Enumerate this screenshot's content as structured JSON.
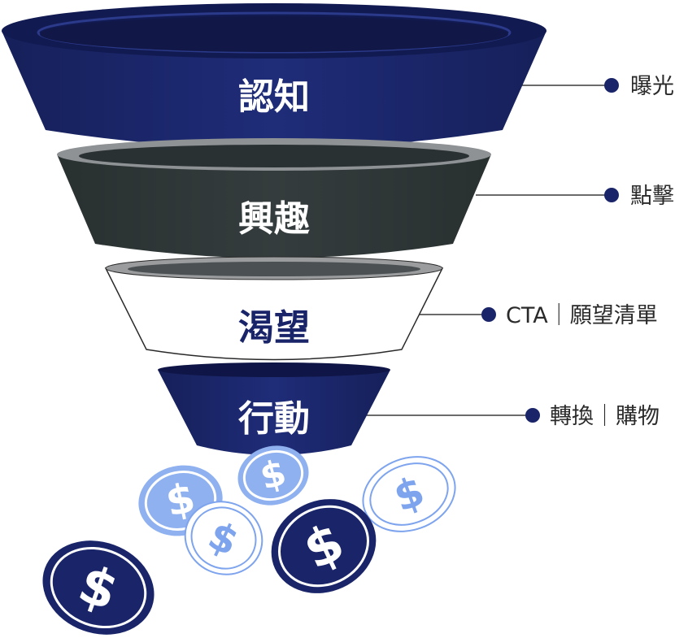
{
  "colors": {
    "navy": "#1a2569",
    "navy_dark": "#111a4f",
    "charcoal": "#2f3637",
    "charcoal_dark": "#222829",
    "light_blue": "#8fb1f0",
    "light_blue_line": "#5a8ee8",
    "connector": "#3a3a3a"
  },
  "stages": [
    {
      "id": "awareness",
      "label": "認知",
      "metric": "曝光"
    },
    {
      "id": "interest",
      "label": "興趣",
      "metric": "點擊"
    },
    {
      "id": "desire",
      "label": "渴望",
      "metric": "CTA｜願望清單"
    },
    {
      "id": "action",
      "label": "行動",
      "metric": "轉換｜購物"
    }
  ],
  "coin_symbol": "$"
}
